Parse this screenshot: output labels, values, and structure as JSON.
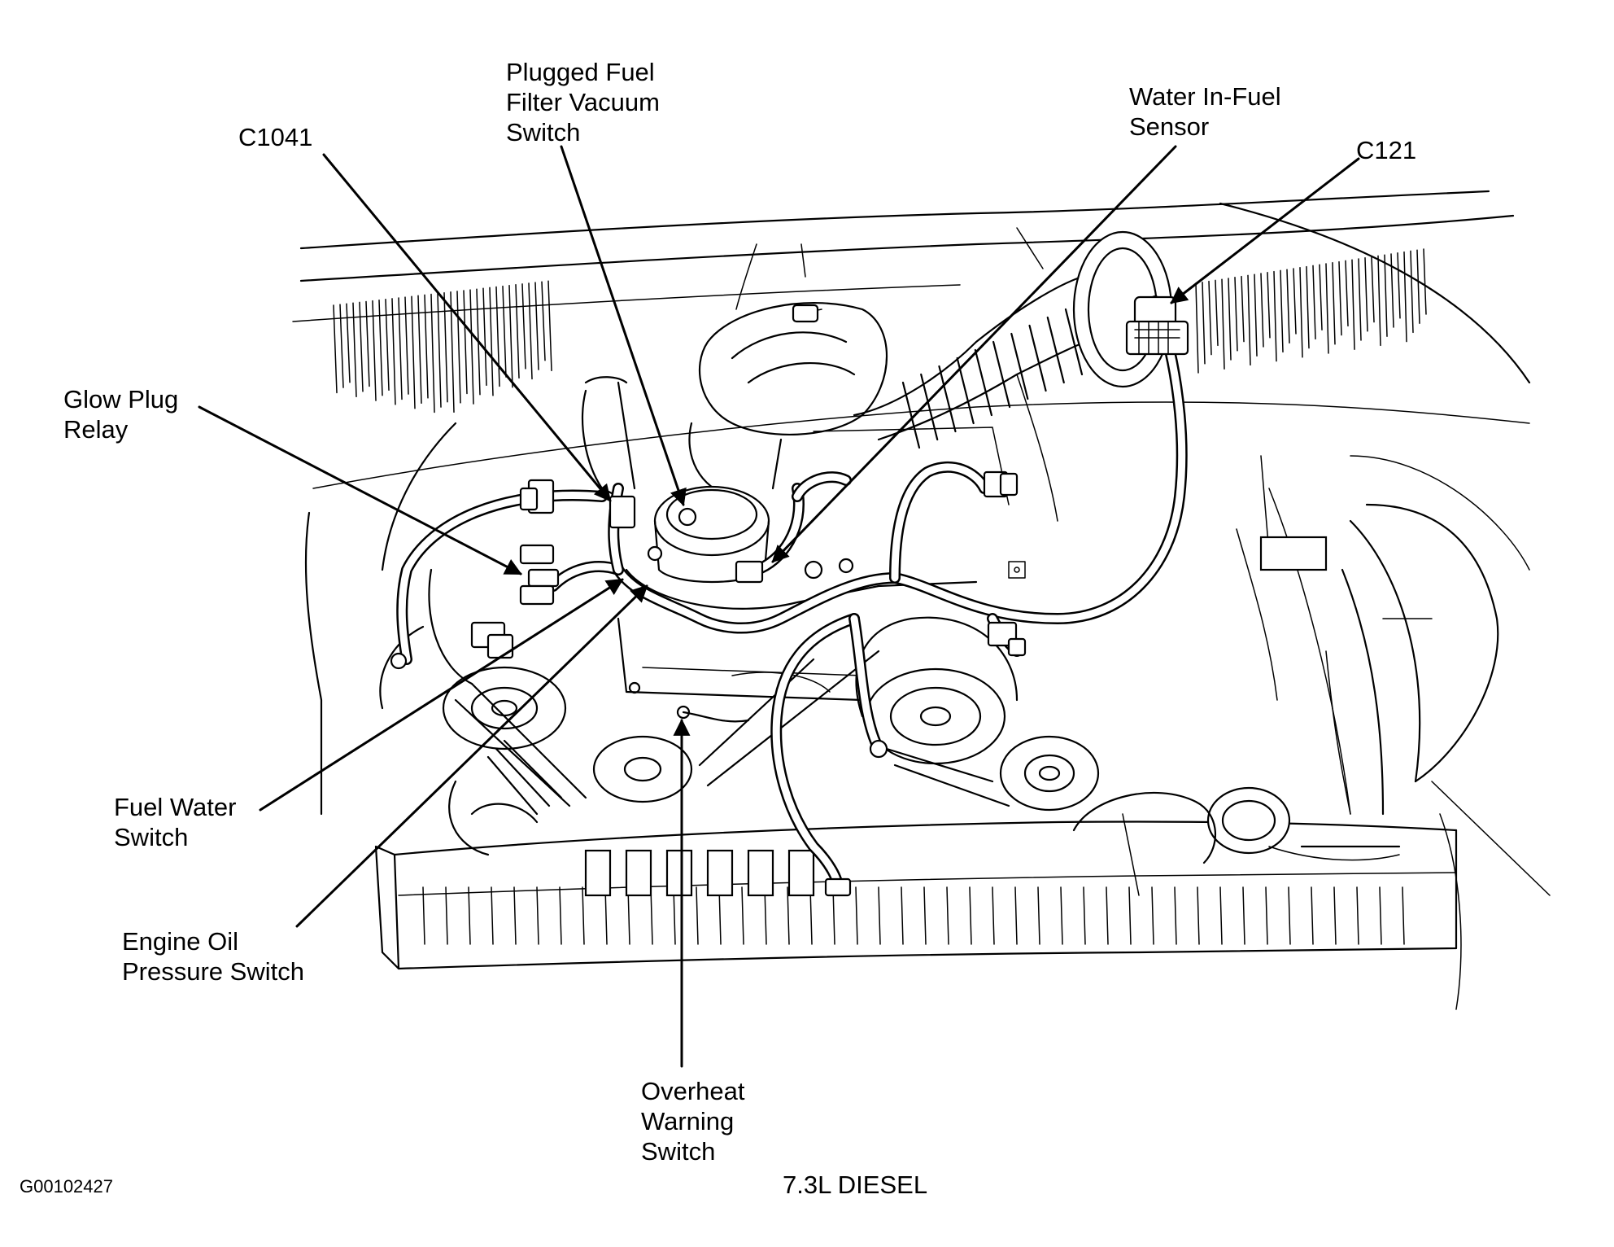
{
  "diagram": {
    "caption": "7.3L DIESEL",
    "figure_id": "G00102427",
    "callouts": [
      {
        "id": "c1041",
        "text": "C1041"
      },
      {
        "id": "plugged-filter",
        "text": "Plugged Fuel\nFilter Vacuum\nSwitch"
      },
      {
        "id": "water-in-fuel",
        "text": "Water In-Fuel\nSensor"
      },
      {
        "id": "c121",
        "text": "C121"
      },
      {
        "id": "glow-plug",
        "text": "Glow Plug\nRelay"
      },
      {
        "id": "fuel-water",
        "text": "Fuel Water\nSwitch"
      },
      {
        "id": "engine-oil",
        "text": "Engine Oil\nPressure Switch"
      },
      {
        "id": "overheat",
        "text": "Overheat\nWarning\nSwitch"
      }
    ],
    "icons": {
      "artwork": "engine-compartment-line-art-icon",
      "arrows": "leader-arrow-icon"
    }
  }
}
